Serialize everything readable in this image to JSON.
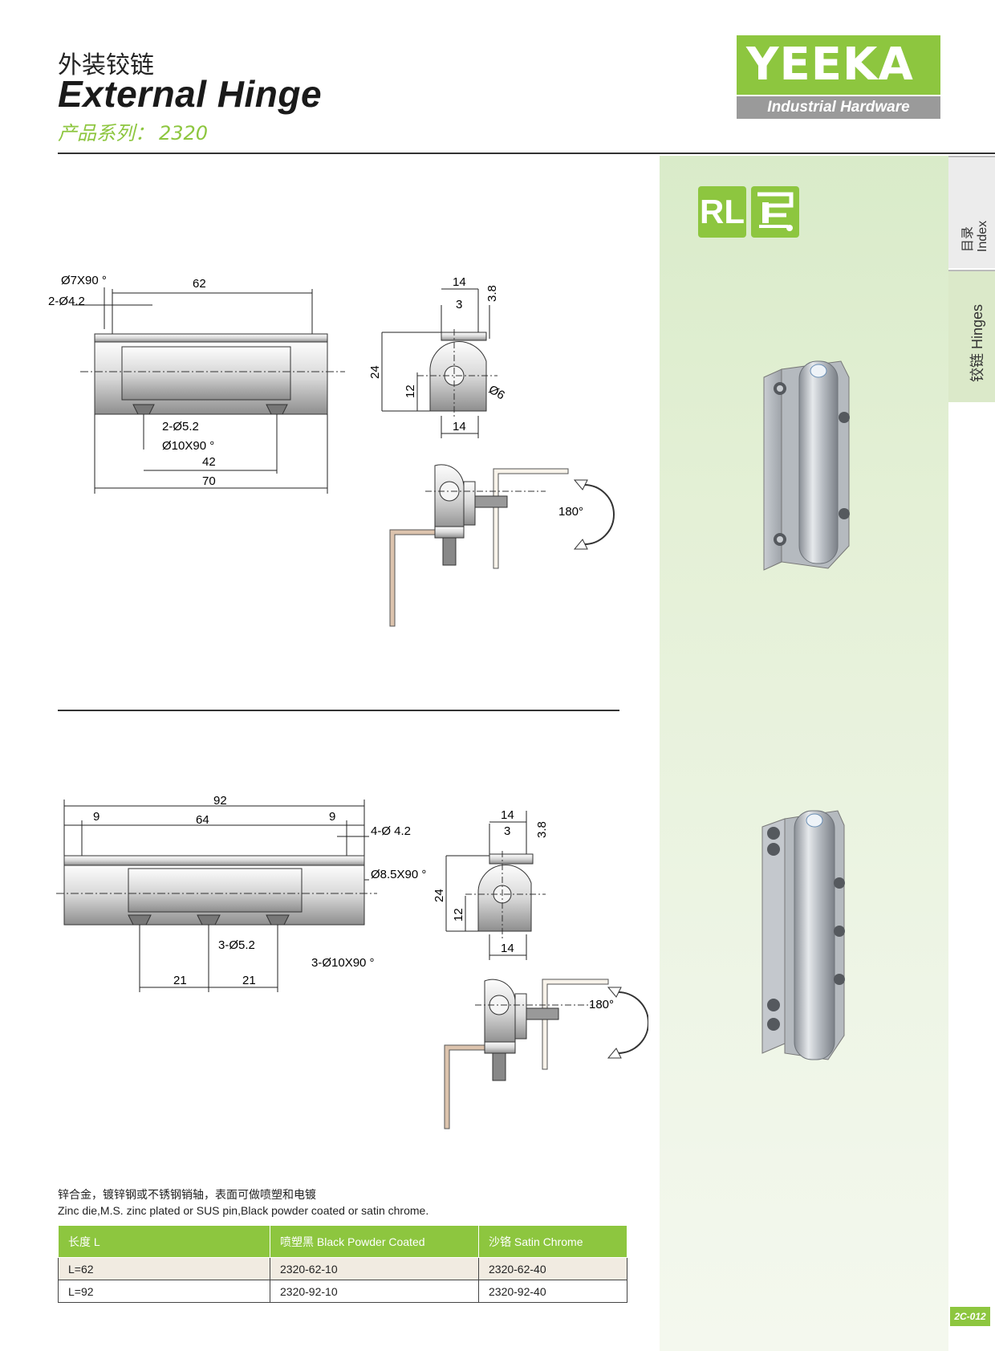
{
  "header": {
    "title_cn": "外装铰链",
    "title_en": "External Hinge",
    "series_label": "产品系列：",
    "series_value": "2320"
  },
  "logo": {
    "brand": "YEEKA",
    "tagline": "Industrial Hardware",
    "brand_color": "#8dc63f"
  },
  "side_tabs": {
    "index_cn": "目录",
    "index_en": "Index",
    "hinges_cn": "铰链",
    "hinges_en": "Hinges"
  },
  "badge": {
    "label": "RL"
  },
  "drawing1": {
    "countersink": "Ø7X90 °",
    "holes": "2-Ø4.2",
    "top_len": "62",
    "bottom_holes": "2-Ø5.2",
    "bottom_csk": "Ø10X90 °",
    "pitch": "42",
    "total": "70",
    "side_w": "14",
    "side_3": "3",
    "side_38": "3.8",
    "side_24": "24",
    "side_12": "12",
    "side_d6": "Ø6",
    "side_w2": "14",
    "angle": "180°"
  },
  "drawing2": {
    "total": "92",
    "edge_left": "9",
    "pitch": "64",
    "edge_right": "9",
    "holes": "4-Ø 4.2",
    "csk": "Ø8.5X90 °",
    "bottom_holes": "3-Ø5.2",
    "bottom_csk": "3-Ø10X90 °",
    "p1": "21",
    "p2": "21",
    "side_w": "14",
    "side_3": "3",
    "side_38": "3.8",
    "side_24": "24",
    "side_12": "12",
    "side_w2": "14",
    "angle": "180°"
  },
  "material": {
    "cn": "锌合金，镀锌钢或不锈钢销轴，表面可做喷塑和电镀",
    "en": "Zinc die,M.S. zinc plated or SUS pin,Black powder coated or satin chrome."
  },
  "table": {
    "headers": [
      "长度 L",
      "喷塑黑 Black  Powder Coated",
      "沙铬 Satin Chrome"
    ],
    "rows": [
      [
        "L=62",
        "2320-62-10",
        "2320-62-40"
      ],
      [
        "L=92",
        "2320-92-10",
        "2320-92-40"
      ]
    ]
  },
  "page_no": "2C-012"
}
